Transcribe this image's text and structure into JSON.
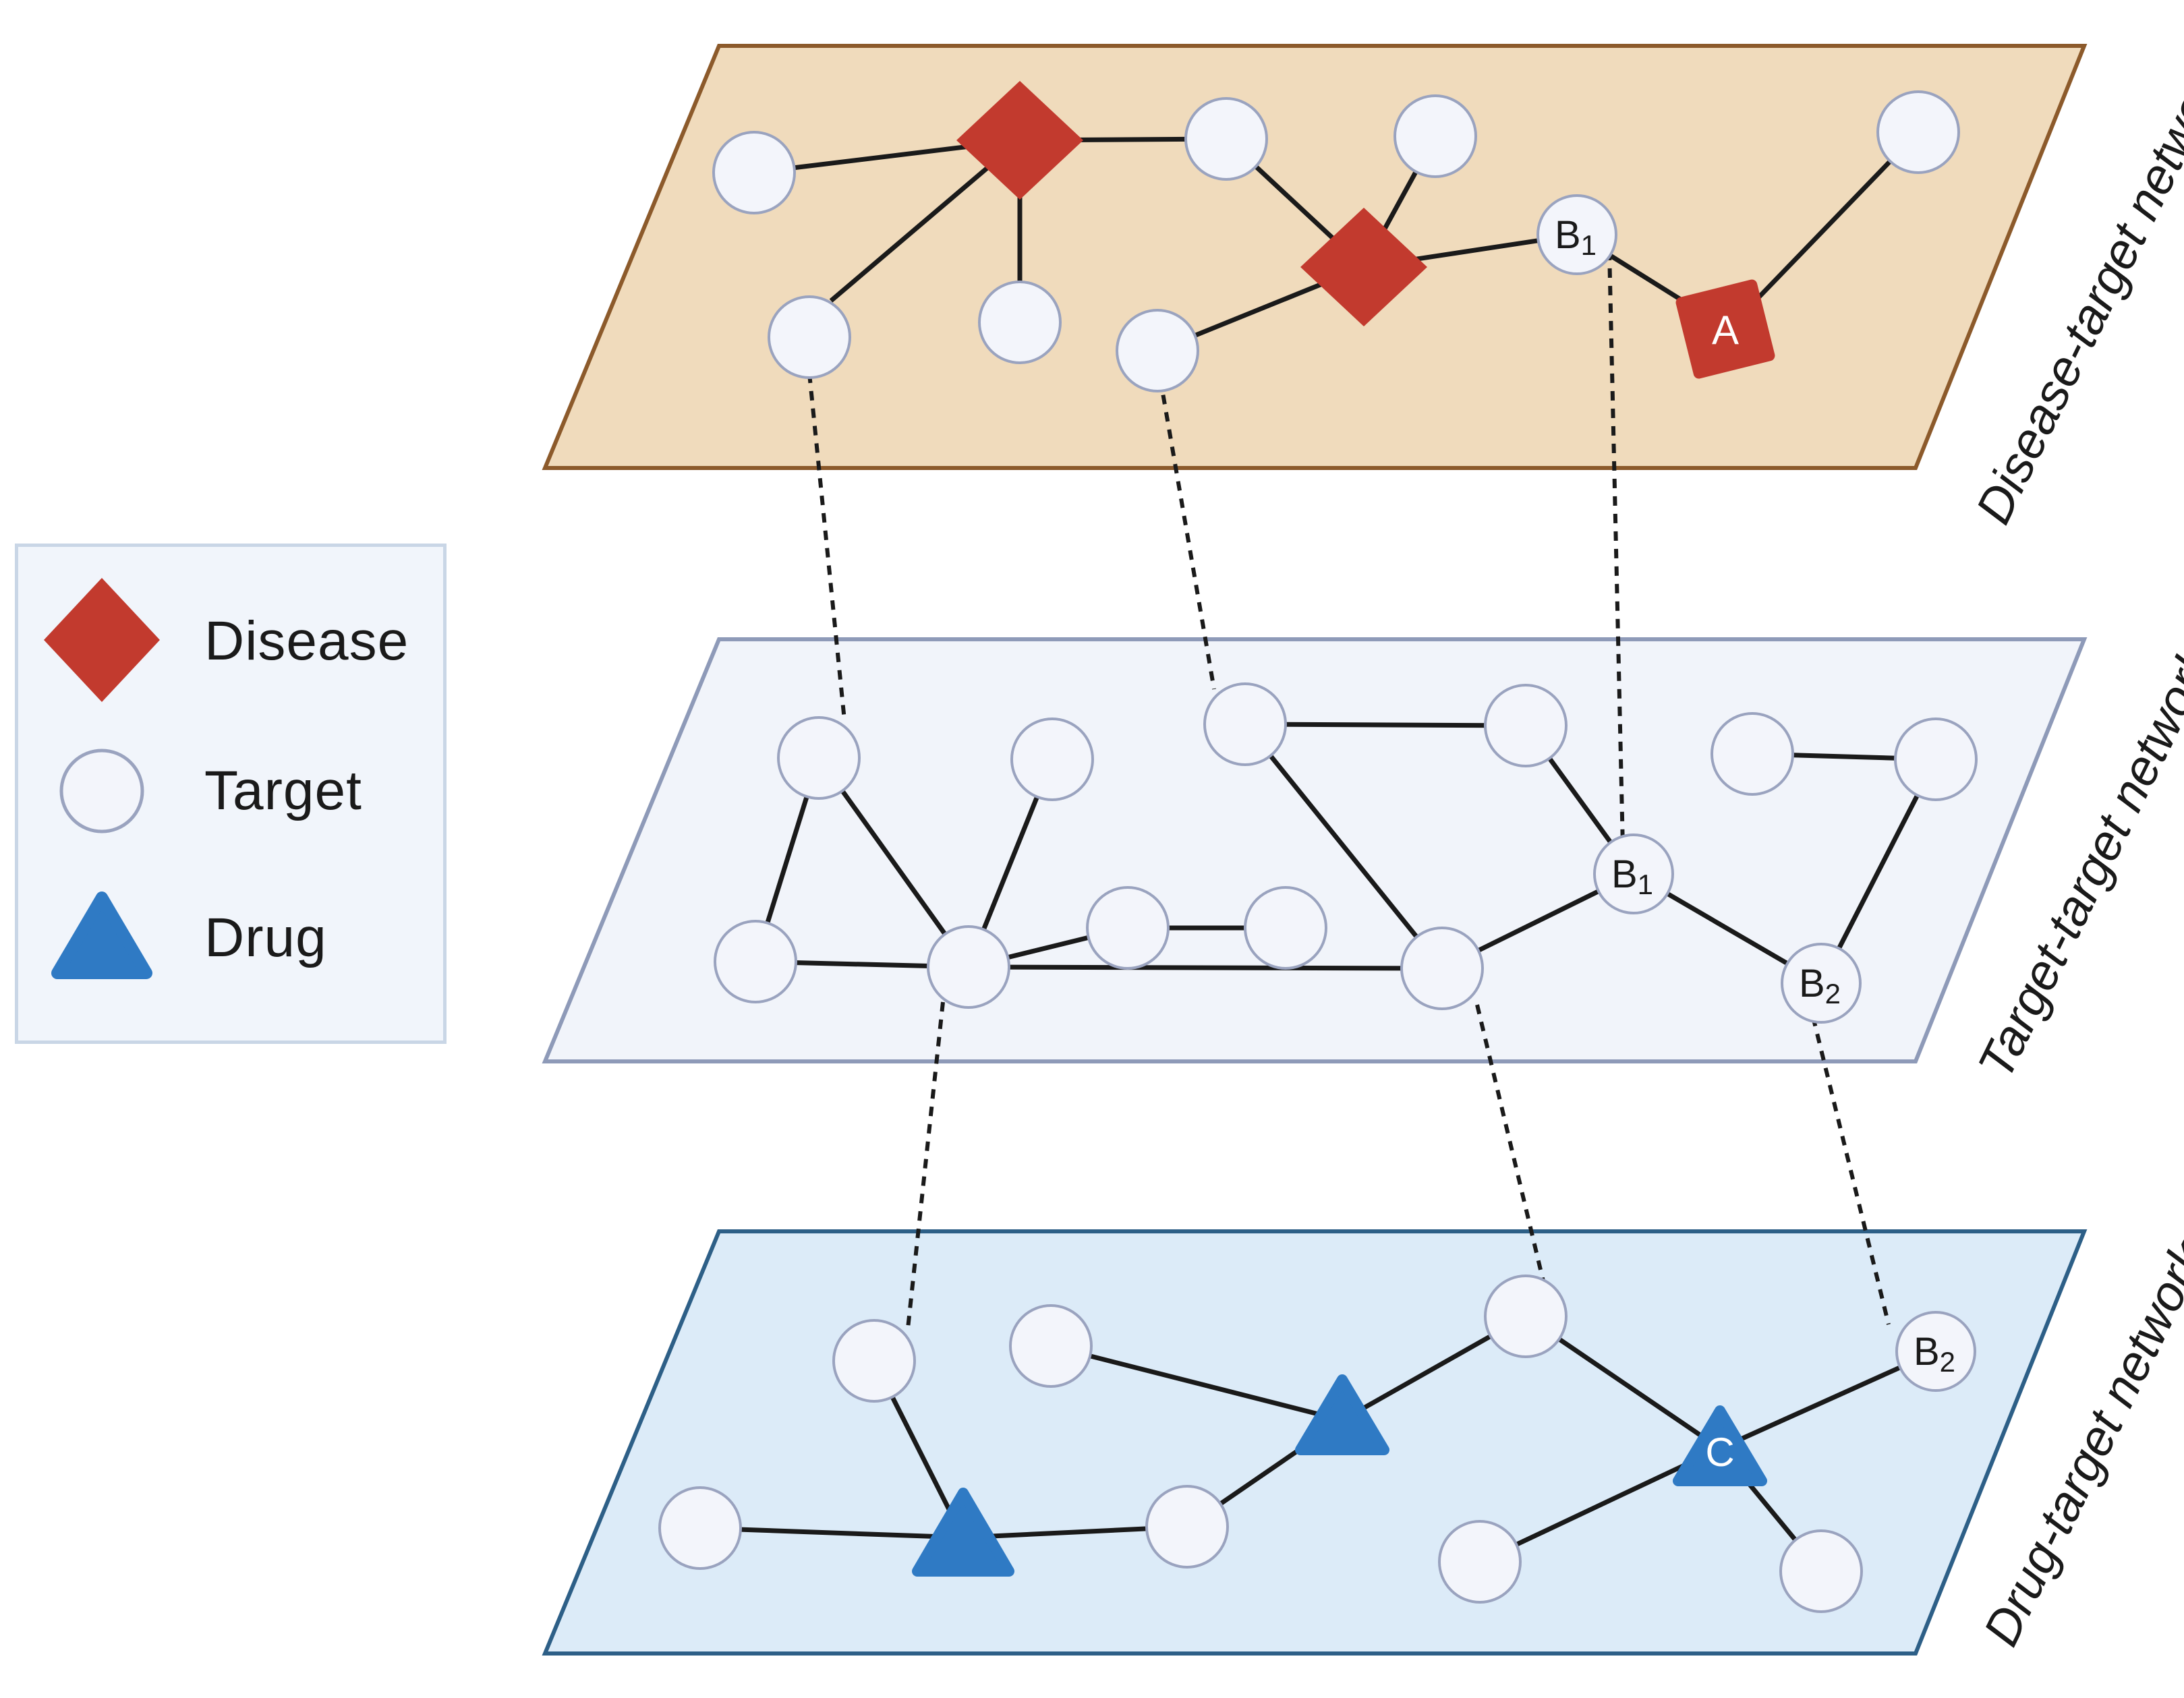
{
  "legend": {
    "items": [
      {
        "shape": "diamond",
        "label": "Disease"
      },
      {
        "shape": "circle",
        "label": "Target"
      },
      {
        "shape": "triangle",
        "label": "Drug"
      }
    ]
  },
  "layers": {
    "disease": {
      "title": "Disease-target network"
    },
    "target": {
      "title": "Target-target network"
    },
    "drug": {
      "title": "Drug-target network"
    }
  },
  "labels": {
    "B1_main": "B",
    "B1_sub": "1",
    "B2_main": "B",
    "B2_sub": "2",
    "A": "A",
    "C": "C"
  },
  "colors": {
    "disease_fill": "#c23a2e",
    "drug_fill": "#2f7ac4",
    "node_fill": "#f3f5fb",
    "node_stroke": "#9aa3bf",
    "disease_plane_fill": "#f0dbbc",
    "disease_plane_stroke": "#8c5a2b",
    "target_plane_fill": "#f1f4fa",
    "target_plane_stroke": "#8e9ab8",
    "drug_plane_fill": "#dcebf8",
    "drug_plane_stroke": "#2d5f87"
  }
}
